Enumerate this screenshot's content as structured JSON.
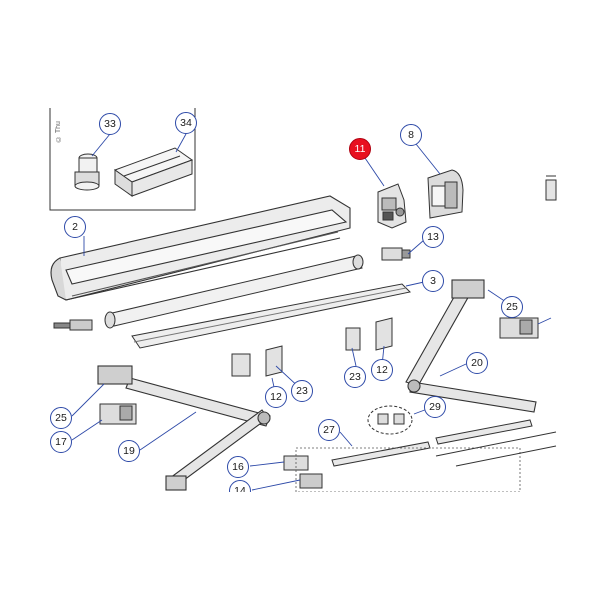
{
  "diagram": {
    "copyright_text": "© Thu",
    "callouts": [
      {
        "id": "c33",
        "label": "33"
      },
      {
        "id": "c34",
        "label": "34"
      },
      {
        "id": "c11",
        "label": "11",
        "highlight": true
      },
      {
        "id": "c8",
        "label": "8"
      },
      {
        "id": "c2",
        "label": "2"
      },
      {
        "id": "c13",
        "label": "13"
      },
      {
        "id": "c3",
        "label": "3"
      },
      {
        "id": "c25a",
        "label": "25"
      },
      {
        "id": "c23a",
        "label": "23"
      },
      {
        "id": "c12a",
        "label": "12"
      },
      {
        "id": "c20",
        "label": "20"
      },
      {
        "id": "c12b",
        "label": "12"
      },
      {
        "id": "c23b",
        "label": "23"
      },
      {
        "id": "c25b",
        "label": "25"
      },
      {
        "id": "c17",
        "label": "17"
      },
      {
        "id": "c19",
        "label": "19"
      },
      {
        "id": "c27",
        "label": "27"
      },
      {
        "id": "c29",
        "label": "29"
      },
      {
        "id": "c16",
        "label": "16"
      },
      {
        "id": "c14",
        "label": "14"
      }
    ],
    "colors": {
      "highlight": "#e8101f",
      "callout_ring": "#2e4aa8",
      "line": "#333333"
    }
  }
}
